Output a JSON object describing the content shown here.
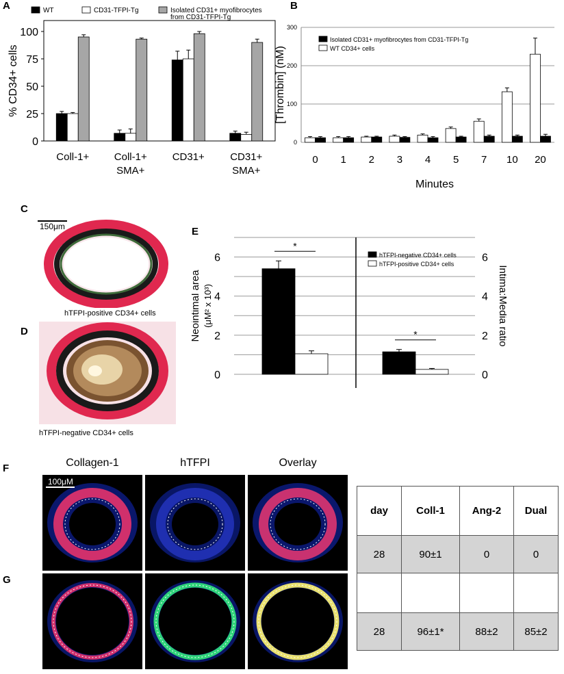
{
  "panels": {
    "A": "A",
    "B": "B",
    "C": "C",
    "D": "D",
    "E": "E",
    "F": "F",
    "G": "G"
  },
  "chart_data": [
    {
      "id": "A",
      "type": "bar",
      "ylabel": "% CD34+ cells",
      "ylim": [
        0,
        110
      ],
      "yticks": [
        0,
        25,
        50,
        75,
        100
      ],
      "categories": [
        "Coll-1+",
        "Coll-1+ SMA+",
        "CD31+",
        "CD31+ SMA+"
      ],
      "category_lines": [
        [
          "Coll-1+"
        ],
        [
          "Coll-1+",
          "SMA+"
        ],
        [
          "CD31+"
        ],
        [
          "CD31+",
          "SMA+"
        ]
      ],
      "series": [
        {
          "name": "WT",
          "color": "#000000",
          "values": [
            25,
            7,
            74,
            7
          ],
          "errors": [
            2,
            3,
            8,
            2
          ]
        },
        {
          "name": "CD31-TFPI-Tg",
          "color": "#ffffff",
          "values": [
            25,
            7,
            75,
            6
          ],
          "errors": [
            1,
            4,
            8,
            2
          ]
        },
        {
          "name": "Isolated CD31+ myofibrocytes from CD31-TFPI-Tg",
          "color": "#a6a6a6",
          "values": [
            95,
            93,
            98,
            90
          ],
          "errors": [
            2,
            1,
            2,
            3
          ]
        }
      ],
      "legend": [
        {
          "lines": [
            "WT"
          ]
        },
        {
          "lines": [
            "CD31-TFPI-Tg"
          ]
        },
        {
          "lines": [
            "Isolated CD31+ myofibrocytes",
            "from CD31-TFPI-Tg"
          ]
        }
      ],
      "grid": false
    },
    {
      "id": "B",
      "type": "bar",
      "xlabel": "Minutes",
      "ylabel": "[Thrombin] (nM)",
      "ylim": [
        0,
        300
      ],
      "yticks": [
        0,
        100,
        200,
        300
      ],
      "categories": [
        "0",
        "1",
        "2",
        "3",
        "4",
        "5",
        "7",
        "10",
        "20"
      ],
      "series": [
        {
          "name": "WT CD34+ cells",
          "color": "#ffffff",
          "values": [
            12,
            12,
            14,
            16,
            19,
            36,
            55,
            132,
            230
          ],
          "errors": [
            3,
            3,
            2,
            3,
            3,
            4,
            6,
            10,
            42
          ]
        },
        {
          "name": "Isolated CD31+ myofibrocytes from CD31-TFPI-Tg",
          "color": "#000000",
          "values": [
            12,
            12,
            14,
            13,
            12,
            14,
            16,
            16,
            16
          ],
          "errors": [
            3,
            3,
            2,
            2,
            3,
            2,
            3,
            3,
            5
          ]
        }
      ],
      "legend": [
        {
          "lines": [
            "Isolated CD31+ myofibrocytes from CD31-TFPI-Tg"
          ]
        },
        {
          "lines": [
            "WT CD34+ cells"
          ]
        }
      ],
      "legend_position": "top-left",
      "grid": true
    },
    {
      "id": "E",
      "type": "bar",
      "ylabel_left": "Neointimal area",
      "ylabel_left_units": "(μM² x 10³)",
      "ylabel_right": "Intima:Media ratio",
      "ylim": [
        0,
        7
      ],
      "yticks": [
        0,
        2,
        4,
        6
      ],
      "groups": [
        {
          "name": "Neointimal area",
          "values": [
            5.4,
            1.05
          ],
          "errors": [
            0.4,
            0.15
          ],
          "significance": "*"
        },
        {
          "name": "Intima:Media ratio",
          "values": [
            1.15,
            0.25
          ],
          "errors": [
            0.12,
            0.05
          ],
          "significance": "*"
        }
      ],
      "series": [
        {
          "name": "hTFPI-negative CD34+ cells",
          "color": "#000000"
        },
        {
          "name": "hTFPI-positive CD34+ cells",
          "color": "#ffffff"
        }
      ],
      "legend": [
        {
          "lines": [
            "hTFPI-negative CD34+ cells"
          ]
        },
        {
          "lines": [
            "hTFPI-positive CD34+ cells"
          ]
        }
      ],
      "grid": true
    }
  ],
  "histology": {
    "scale_c": "150μm",
    "caption_c": "hTFPI-positive CD34+ cells",
    "caption_d": "hTFPI-negative CD34+ cells"
  },
  "fluorescence": {
    "headers": [
      "Collagen-1",
      "hTFPI",
      "Overlay"
    ],
    "scale": "100μM"
  },
  "table": {
    "headers": [
      "day",
      "Coll-1",
      "Ang-2",
      "Dual"
    ],
    "row1": [
      "28",
      "90±1",
      "0",
      "0"
    ],
    "row2": [
      "28",
      "96±1*",
      "88±2",
      "85±2"
    ]
  }
}
